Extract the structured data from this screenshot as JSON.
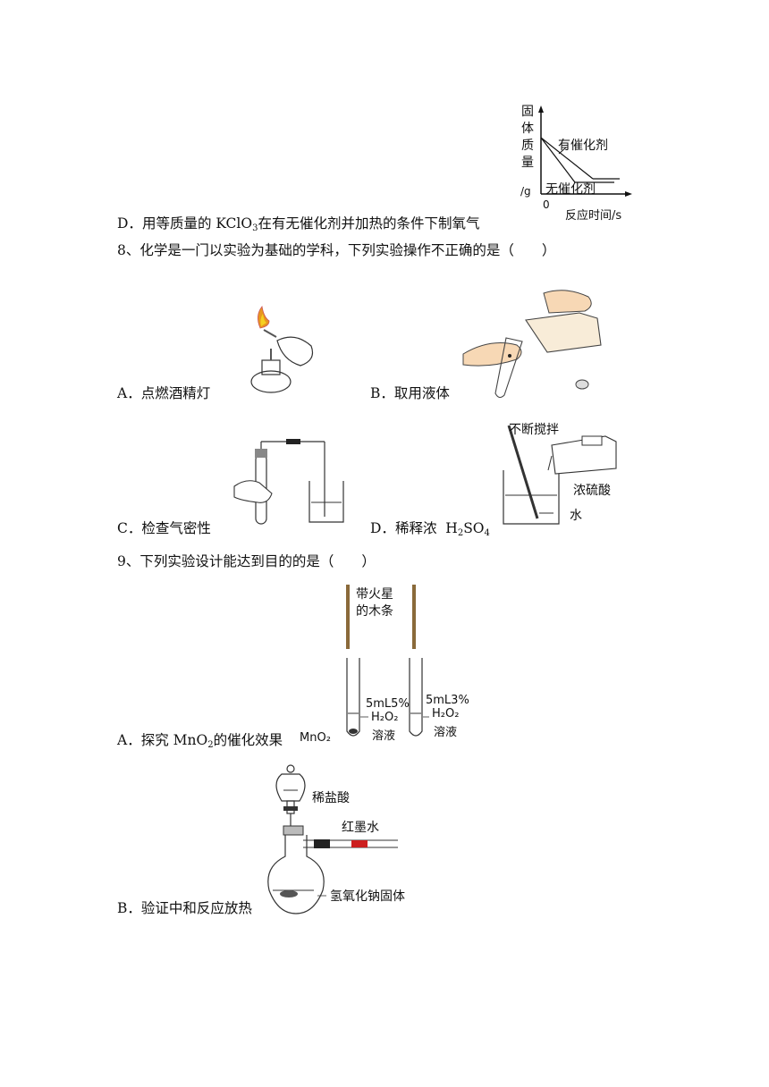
{
  "q7": {
    "option_d": {
      "letter": "D．",
      "text_pre": "用等质量的 KClO",
      "sub": "3",
      "text_post": "在有无催化剂并加热的条件下制氧气"
    },
    "graph": {
      "ylabel_chars": [
        "固",
        "体",
        "质",
        "量"
      ],
      "yunit": "/g",
      "origin": "0",
      "xlabel": "反应时间/s",
      "line_catalyst": "有催化剂",
      "line_no_catalyst": "无催化剂"
    }
  },
  "q8": {
    "stem": "8、化学是一门以实验为基础的学科，下列实验操作不正确的是（　　）",
    "options": {
      "a": {
        "letter": "A．",
        "text": "点燃酒精灯"
      },
      "b": {
        "letter": "B．",
        "text": "取用液体"
      },
      "c": {
        "letter": "C．",
        "text": "检查气密性"
      },
      "d": {
        "letter": "D．",
        "text_pre": "稀释浓  H",
        "sub1": "2",
        "text_mid": "SO",
        "sub2": "4"
      }
    },
    "figure_d": {
      "stir": "不断搅拌",
      "acid": "浓硫酸",
      "water": "水"
    }
  },
  "q9": {
    "stem": "9、下列实验设计能达到目的的是（　　）",
    "option_a": {
      "letter": "A．",
      "text_pre": "探究 MnO",
      "sub": "2",
      "text_post": "的催化效果"
    },
    "figure_a": {
      "splint_line1": "带火星",
      "splint_line2": "的木条",
      "left_conc": "5mL5%",
      "right_conc": "5mL3%",
      "h2o2": "H₂O₂",
      "solution": "溶液",
      "mno2": "MnO₂"
    },
    "option_b": {
      "letter": "B．",
      "text": "验证中和反应放热"
    },
    "figure_b": {
      "acid": "稀盐酸",
      "ink": "红墨水",
      "solid": "氢氧化钠固体"
    }
  }
}
